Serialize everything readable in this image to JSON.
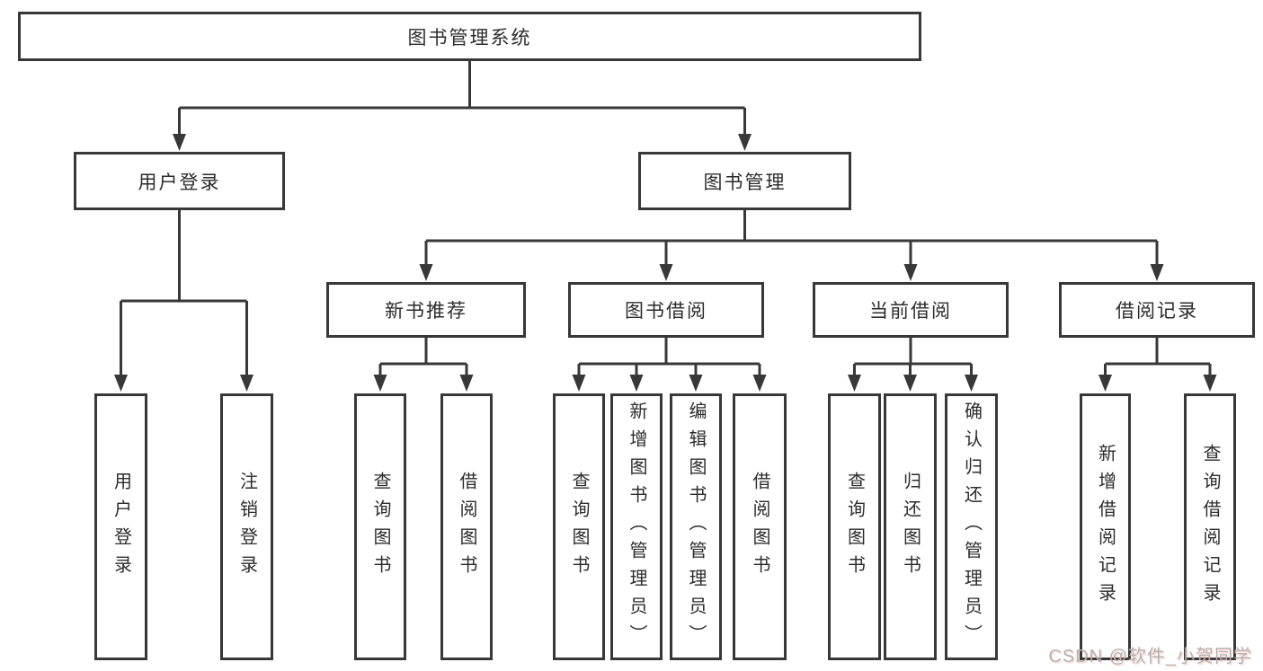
{
  "colors": {
    "line": "#383838",
    "box_background": "#ffffff",
    "text": "#2c2c2c",
    "watermark_gray": "#b2b2b2",
    "watermark_red": "#fc5531"
  },
  "tree": {
    "root": {
      "label": "图书管理系统",
      "children": [
        {
          "label": "用户登录",
          "children": [
            {
              "label": "用户登录"
            },
            {
              "label": "注销登录"
            }
          ]
        },
        {
          "label": "图书管理",
          "children": [
            {
              "label": "新书推荐",
              "children": [
                {
                  "label": "查询图书"
                },
                {
                  "label": "借阅图书"
                }
              ]
            },
            {
              "label": "图书借阅",
              "children": [
                {
                  "label": "查询图书"
                },
                {
                  "label": "新增图书（管理员）"
                },
                {
                  "label": "编辑图书（管理员）"
                },
                {
                  "label": "借阅图书"
                }
              ]
            },
            {
              "label": "当前借阅",
              "children": [
                {
                  "label": "查询图书"
                },
                {
                  "label": "归还图书"
                },
                {
                  "label": "确认归还（管理员）"
                }
              ]
            },
            {
              "label": "借阅记录",
              "children": [
                {
                  "label": "新增借阅记录"
                },
                {
                  "label": "查询借阅记录"
                }
              ]
            }
          ]
        }
      ]
    }
  },
  "watermark": {
    "text": "CSDN @软件_小贺同学"
  }
}
